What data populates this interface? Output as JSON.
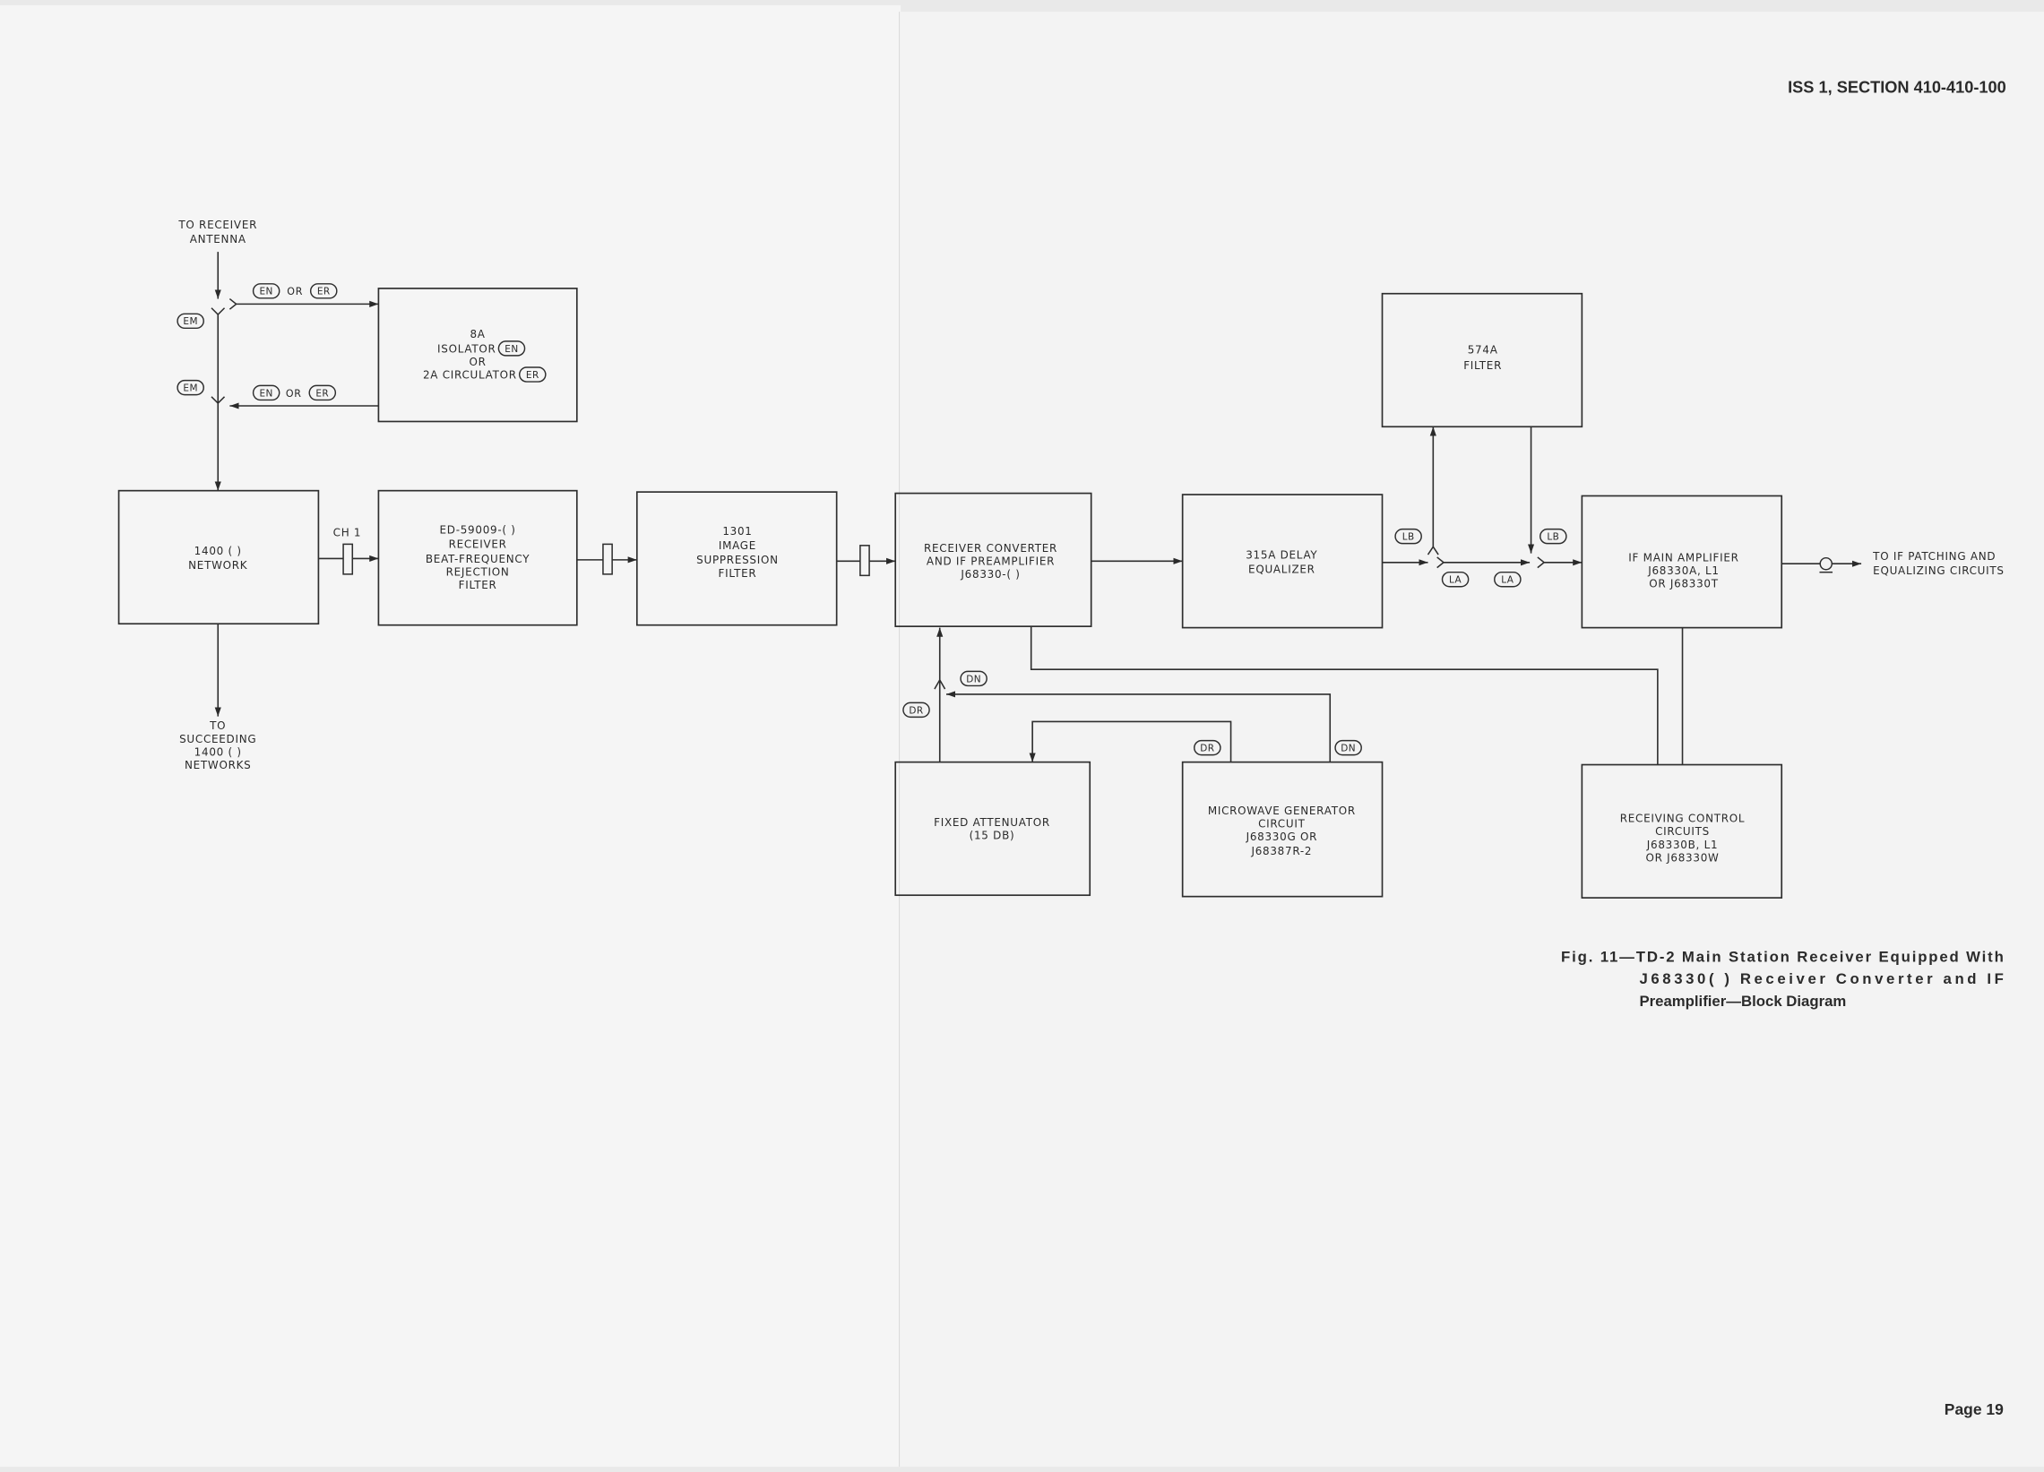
{
  "header": {
    "section": "ISS 1, SECTION 410-410-100"
  },
  "footer": {
    "page": "Page 19"
  },
  "caption": {
    "line1": "Fig. 11—TD-2 Main Station Receiver Equipped With",
    "line2": "J68330( ) Receiver Converter and IF",
    "line3": "Preamplifier—Block Diagram"
  },
  "diagram": {
    "antenna": [
      "TO RECEIVER",
      "ANTENNA"
    ],
    "succeeding": [
      "TO",
      "SUCCEEDING",
      "1400 ( )",
      "NETWORKS"
    ],
    "if_output": [
      "TO IF PATCHING AND",
      "EQUALIZING CIRCUITS"
    ],
    "channel_label": "CH 1",
    "or_word": "OR",
    "tags": {
      "en": "EN",
      "er": "ER",
      "em": "EM",
      "lb": "LB",
      "la": "LA",
      "dn": "DN",
      "dr": "DR"
    },
    "blocks": {
      "isolator_circulator": [
        "8A",
        "ISOLATOR",
        "OR",
        "2A CIRCULATOR"
      ],
      "network_1400": [
        "1400 ( )",
        "NETWORK"
      ],
      "beat_frequency_filter": [
        "ED-59009-( )",
        "RECEIVER",
        "BEAT-FREQUENCY",
        "REJECTION",
        "FILTER"
      ],
      "image_suppression_filter": [
        "1301",
        "IMAGE",
        "SUPPRESSION",
        "FILTER"
      ],
      "receiver_converter": [
        "RECEIVER CONVERTER",
        "AND IF PREAMPLIFIER",
        "J68330-( )"
      ],
      "delay_equalizer": [
        "315A DELAY",
        "EQUALIZER"
      ],
      "filter_574a": [
        "574A",
        "FILTER"
      ],
      "if_main_amplifier": [
        "IF MAIN AMPLIFIER",
        "J68330A, L1",
        "OR J68330T"
      ],
      "fixed_attenuator": [
        "FIXED ATTENUATOR",
        "(15 DB)"
      ],
      "microwave_generator": [
        "MICROWAVE GENERATOR",
        "CIRCUIT",
        "J68330G OR",
        "J68387R-2"
      ],
      "receiving_control": [
        "RECEIVING CONTROL",
        "CIRCUITS",
        "J68330B, L1",
        "OR J68330W"
      ]
    }
  }
}
